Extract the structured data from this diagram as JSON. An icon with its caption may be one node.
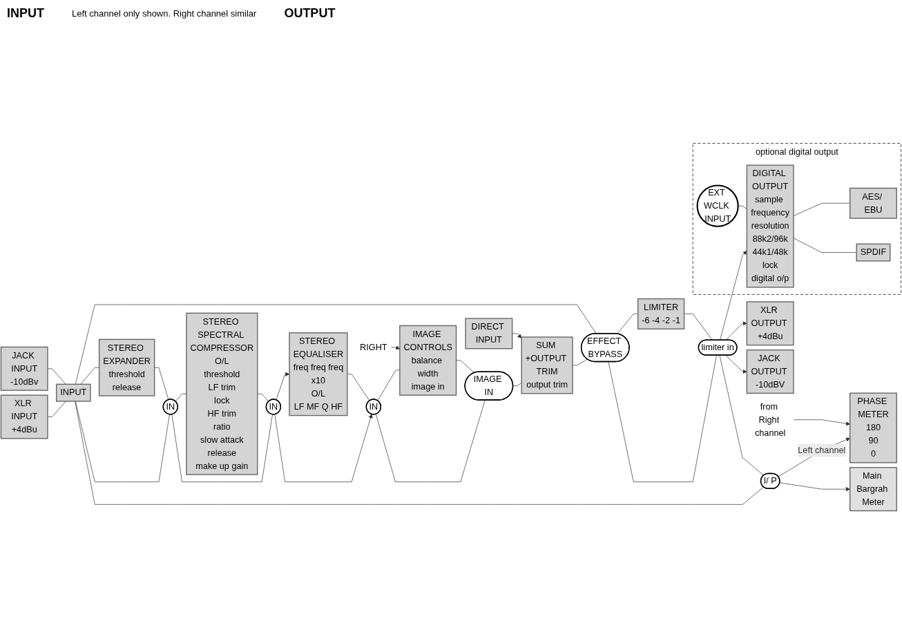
{
  "diagram": {
    "nodes": [
      {
        "text": [
          "XLR INPUT",
          "+4dBu"
        ]
      },
      {
        "text": [
          "JACK INPUT",
          "-10dBv"
        ]
      },
      {
        "text": [
          "INPUT"
        ]
      },
      {
        "text": [
          "STEREO EXPANDER",
          "threshold",
          "release"
        ]
      },
      {
        "text": [
          "IN"
        ]
      },
      {
        "text": [
          "STEREO SPECTRAL COMPRESSOR",
          "O/L",
          "threshold",
          "LF trim",
          "lock",
          "HF trim",
          "ratio",
          "slow attack",
          "release",
          "make up gain"
        ]
      },
      {
        "text": [
          "IN"
        ]
      },
      {
        "text": [
          "STEREO EQUALISER",
          "freq freq freq",
          "x10",
          "O/L",
          "LF MF Q HF"
        ]
      },
      {
        "text": [
          "IN"
        ]
      },
      {
        "text": [
          "IMAGE CONTROLS",
          "balance width",
          "image in"
        ]
      },
      {
        "text": [
          "IMAGE IN"
        ]
      },
      {
        "text": [
          "SUM +OUTPUT TRIM",
          "output trim"
        ]
      },
      {
        "text": [
          "DIRECT INPUT"
        ]
      },
      {
        "text": [
          "EFFECT BYPASS"
        ]
      },
      {
        "text": [
          "LIMITER",
          "-6 -4 -2 -1"
        ]
      },
      {
        "text": [
          "limiter in"
        ]
      },
      {
        "text": [
          "I/ P"
        ]
      },
      {
        "text": [
          "XLR OUTPUT +4dBu"
        ]
      },
      {
        "text": [
          "JACK OUTPUT -10dBV"
        ]
      },
      {
        "text": [
          "optional digital output"
        ]
      },
      {
        "text": [
          "EXT WCLK INPUT"
        ],
        "in": 19
      },
      {
        "text": [
          "DIGITAL OUTPUT",
          "sample frequency",
          "resolution",
          "88k2/96k",
          "44k1/48k",
          "lock",
          "digital o/p"
        ],
        "in": 19
      },
      {
        "text": [
          "AES/ EBU"
        ],
        "in": 19
      },
      {
        "text": [
          "SPDIF"
        ],
        "in": 19
      },
      {
        "text": [
          "PHASE METER",
          "180",
          "90",
          "0"
        ]
      },
      {
        "text": [
          "Main Bargrah Meter"
        ]
      },
      {
        "text": [
          "RIGHT"
        ]
      },
      {
        "text": [
          "from Right channel"
        ]
      }
    ],
    "edges": [
      {
        "from": 0,
        "to": 2,
        "arrow": "none"
      },
      {
        "from": 1,
        "to": 2,
        "arrow": "none"
      },
      {
        "from": 2,
        "to": 3,
        "arrow": "none"
      },
      {
        "from": 2,
        "to": 4,
        "arrow": "none"
      },
      {
        "from": 3,
        "to": 4,
        "arrow": "none"
      },
      {
        "from": 4,
        "to": 5,
        "arrow": "none"
      },
      {
        "from": 4,
        "to": 6,
        "arrow": "none"
      },
      {
        "from": 5,
        "to": 6,
        "arrow": "none"
      },
      {
        "from": 6,
        "to": 7,
        "arrow": "to"
      },
      {
        "from": 6,
        "to": 8,
        "arrow": "to"
      },
      {
        "from": 7,
        "to": 8,
        "arrow": "none"
      },
      {
        "from": 8,
        "to": 9,
        "arrow": "none"
      },
      {
        "from": 8,
        "to": 10,
        "arrow": "none"
      },
      {
        "from": 26,
        "to": 9,
        "arrow": "to"
      },
      {
        "from": 9,
        "to": 10,
        "arrow": "none"
      },
      {
        "from": 10,
        "to": 11,
        "arrow": "none"
      },
      {
        "from": 12,
        "to": 11,
        "arrow": "to"
      },
      {
        "from": 11,
        "to": 13,
        "arrow": "none"
      },
      {
        "from": 2,
        "to": 13,
        "arrow": "none"
      },
      {
        "from": 2,
        "to": 16,
        "arrow": "none"
      },
      {
        "from": 13,
        "to": 14,
        "arrow": "none"
      },
      {
        "from": 13,
        "to": 15,
        "arrow": "none"
      },
      {
        "from": 14,
        "to": 15,
        "arrow": "none"
      },
      {
        "from": 15,
        "to": 17,
        "arrow": "to"
      },
      {
        "from": 15,
        "to": 18,
        "arrow": "to"
      },
      {
        "from": 15,
        "to": 21,
        "arrow": "to"
      },
      {
        "from": 15,
        "to": 16,
        "arrow": "none"
      },
      {
        "from": 20,
        "to": 21,
        "arrow": "none"
      },
      {
        "from": 21,
        "to": 22,
        "arrow": "none"
      },
      {
        "from": 21,
        "to": 23,
        "arrow": "none"
      },
      {
        "from": 16,
        "to": 24,
        "arrow": "to",
        "label": "Left channel"
      },
      {
        "from": 16,
        "to": 25,
        "arrow": "to"
      },
      {
        "from": 27,
        "to": 24,
        "arrow": "to"
      }
    ],
    "labels": [
      "INPUT",
      "Left channel only shown. Right channel similar",
      "OUTPUT"
    ]
  }
}
